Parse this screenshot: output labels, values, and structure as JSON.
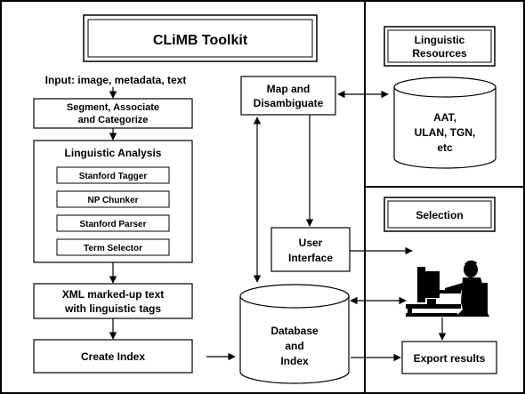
{
  "title": "CLiMB Toolkit",
  "input_label": "Input: image, metadata, text",
  "segment": [
    "Segment, Associate",
    "and Categorize"
  ],
  "linguistic_analysis": {
    "title": "Linguistic Analysis",
    "tools": [
      "Stanford Tagger",
      "NP Chunker",
      "Stanford Parser",
      "Term Selector"
    ]
  },
  "xml_box": [
    "XML marked-up text",
    "with linguistic tags"
  ],
  "create_index": "Create Index",
  "map_disambiguate": [
    "Map and",
    "Disambiguate"
  ],
  "user_interface": [
    "User",
    "Interface"
  ],
  "database": [
    "Database",
    "and",
    "Index"
  ],
  "resources_header": [
    "Linguistic",
    "Resources"
  ],
  "resources_db": [
    "AAT,",
    "ULAN, TGN,",
    "etc"
  ],
  "selection_header": "Selection",
  "export_results": "Export results",
  "icons": {
    "user": "person-at-computer-icon"
  },
  "colors": {
    "line": "#000000",
    "background": "#ffffff"
  }
}
